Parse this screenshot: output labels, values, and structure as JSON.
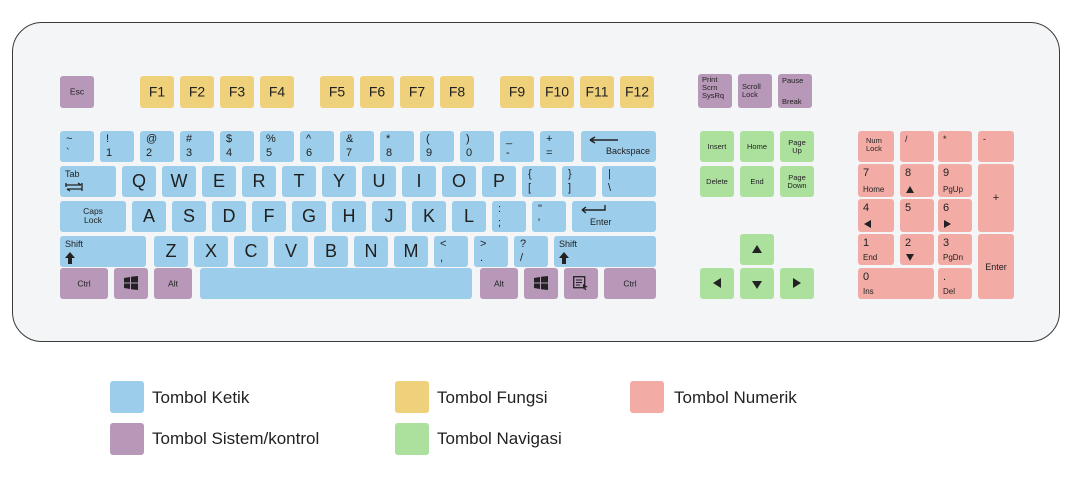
{
  "keys": {
    "esc": "Esc",
    "f1": "F1",
    "f2": "F2",
    "f3": "F3",
    "f4": "F4",
    "f5": "F5",
    "f6": "F6",
    "f7": "F7",
    "f8": "F8",
    "f9": "F9",
    "f10": "F10",
    "f11": "F11",
    "f12": "F12",
    "print_screen": [
      "Print",
      "Scrn",
      "SysRq"
    ],
    "scroll_lock": [
      "Scroll",
      "Lock"
    ],
    "pause": [
      "Pause",
      "Break"
    ],
    "number_row": [
      {
        "top": "~",
        "bot": "`"
      },
      {
        "top": "!",
        "bot": "1"
      },
      {
        "top": "@",
        "bot": "2"
      },
      {
        "top": "#",
        "bot": "3"
      },
      {
        "top": "$",
        "bot": "4"
      },
      {
        "top": "%",
        "bot": "5"
      },
      {
        "top": "^",
        "bot": "6"
      },
      {
        "top": "&",
        "bot": "7"
      },
      {
        "top": "*",
        "bot": "8"
      },
      {
        "top": "(",
        "bot": "9"
      },
      {
        "top": ")",
        "bot": "0"
      },
      {
        "top": "_",
        "bot": "-"
      },
      {
        "top": "+",
        "bot": "="
      }
    ],
    "backspace": "Backspace",
    "tab": "Tab",
    "qwerty_row": [
      "Q",
      "W",
      "E",
      "R",
      "T",
      "Y",
      "U",
      "I",
      "O",
      "P"
    ],
    "bracket_left": {
      "top": "{",
      "bot": "["
    },
    "bracket_right": {
      "top": "}",
      "bot": "]"
    },
    "backslash": {
      "top": "|",
      "bot": "\\"
    },
    "caps_lock": [
      "Caps",
      "Lock"
    ],
    "home_row": [
      "A",
      "S",
      "D",
      "F",
      "G",
      "H",
      "J",
      "K",
      "L"
    ],
    "semicolon": {
      "top": ":",
      "bot": ";"
    },
    "quote": {
      "top": "\"",
      "bot": "'"
    },
    "enter": "Enter",
    "shift": "Shift",
    "bottom_row": [
      "Z",
      "X",
      "C",
      "V",
      "B",
      "N",
      "M"
    ],
    "comma": {
      "top": "<",
      "bot": ","
    },
    "period": {
      "top": ">",
      "bot": "."
    },
    "slash": {
      "top": "?",
      "bot": "/"
    },
    "ctrl": "Ctrl",
    "alt": "Alt",
    "insert": "Insert",
    "home": "Home",
    "page_up": [
      "Page",
      "Up"
    ],
    "delete": "Delete",
    "end": "End",
    "page_down": [
      "Page",
      "Down"
    ],
    "num_lock": [
      "Num",
      "Lock"
    ],
    "numpad_slash": "/",
    "numpad_star": "*",
    "numpad_minus": "-",
    "numpad_plus": "+",
    "numpad_enter": "Enter",
    "np7": {
      "top": "7",
      "bot": "Home"
    },
    "np8": {
      "top": "8"
    },
    "np9": {
      "top": "9",
      "bot": "PgUp"
    },
    "np4": {
      "top": "4"
    },
    "np5": {
      "top": "5"
    },
    "np6": {
      "top": "6"
    },
    "np1": {
      "top": "1",
      "bot": "End"
    },
    "np2": {
      "top": "2"
    },
    "np3": {
      "top": "3",
      "bot": "PgDn"
    },
    "np0": {
      "top": "0",
      "bot": "Ins"
    },
    "npdot": {
      "top": ".",
      "bot": "Del"
    }
  },
  "legend": [
    {
      "label": "Tombol Ketik",
      "color": "#9ccdea"
    },
    {
      "label": "Tombol Fungsi",
      "color": "#f0d17b"
    },
    {
      "label": "Tombol Numerik",
      "color": "#f2aca5"
    },
    {
      "label": "Tombol Sistem/kontrol",
      "color": "#b798b9"
    },
    {
      "label": "Tombol Navigasi",
      "color": "#ace09d"
    }
  ]
}
